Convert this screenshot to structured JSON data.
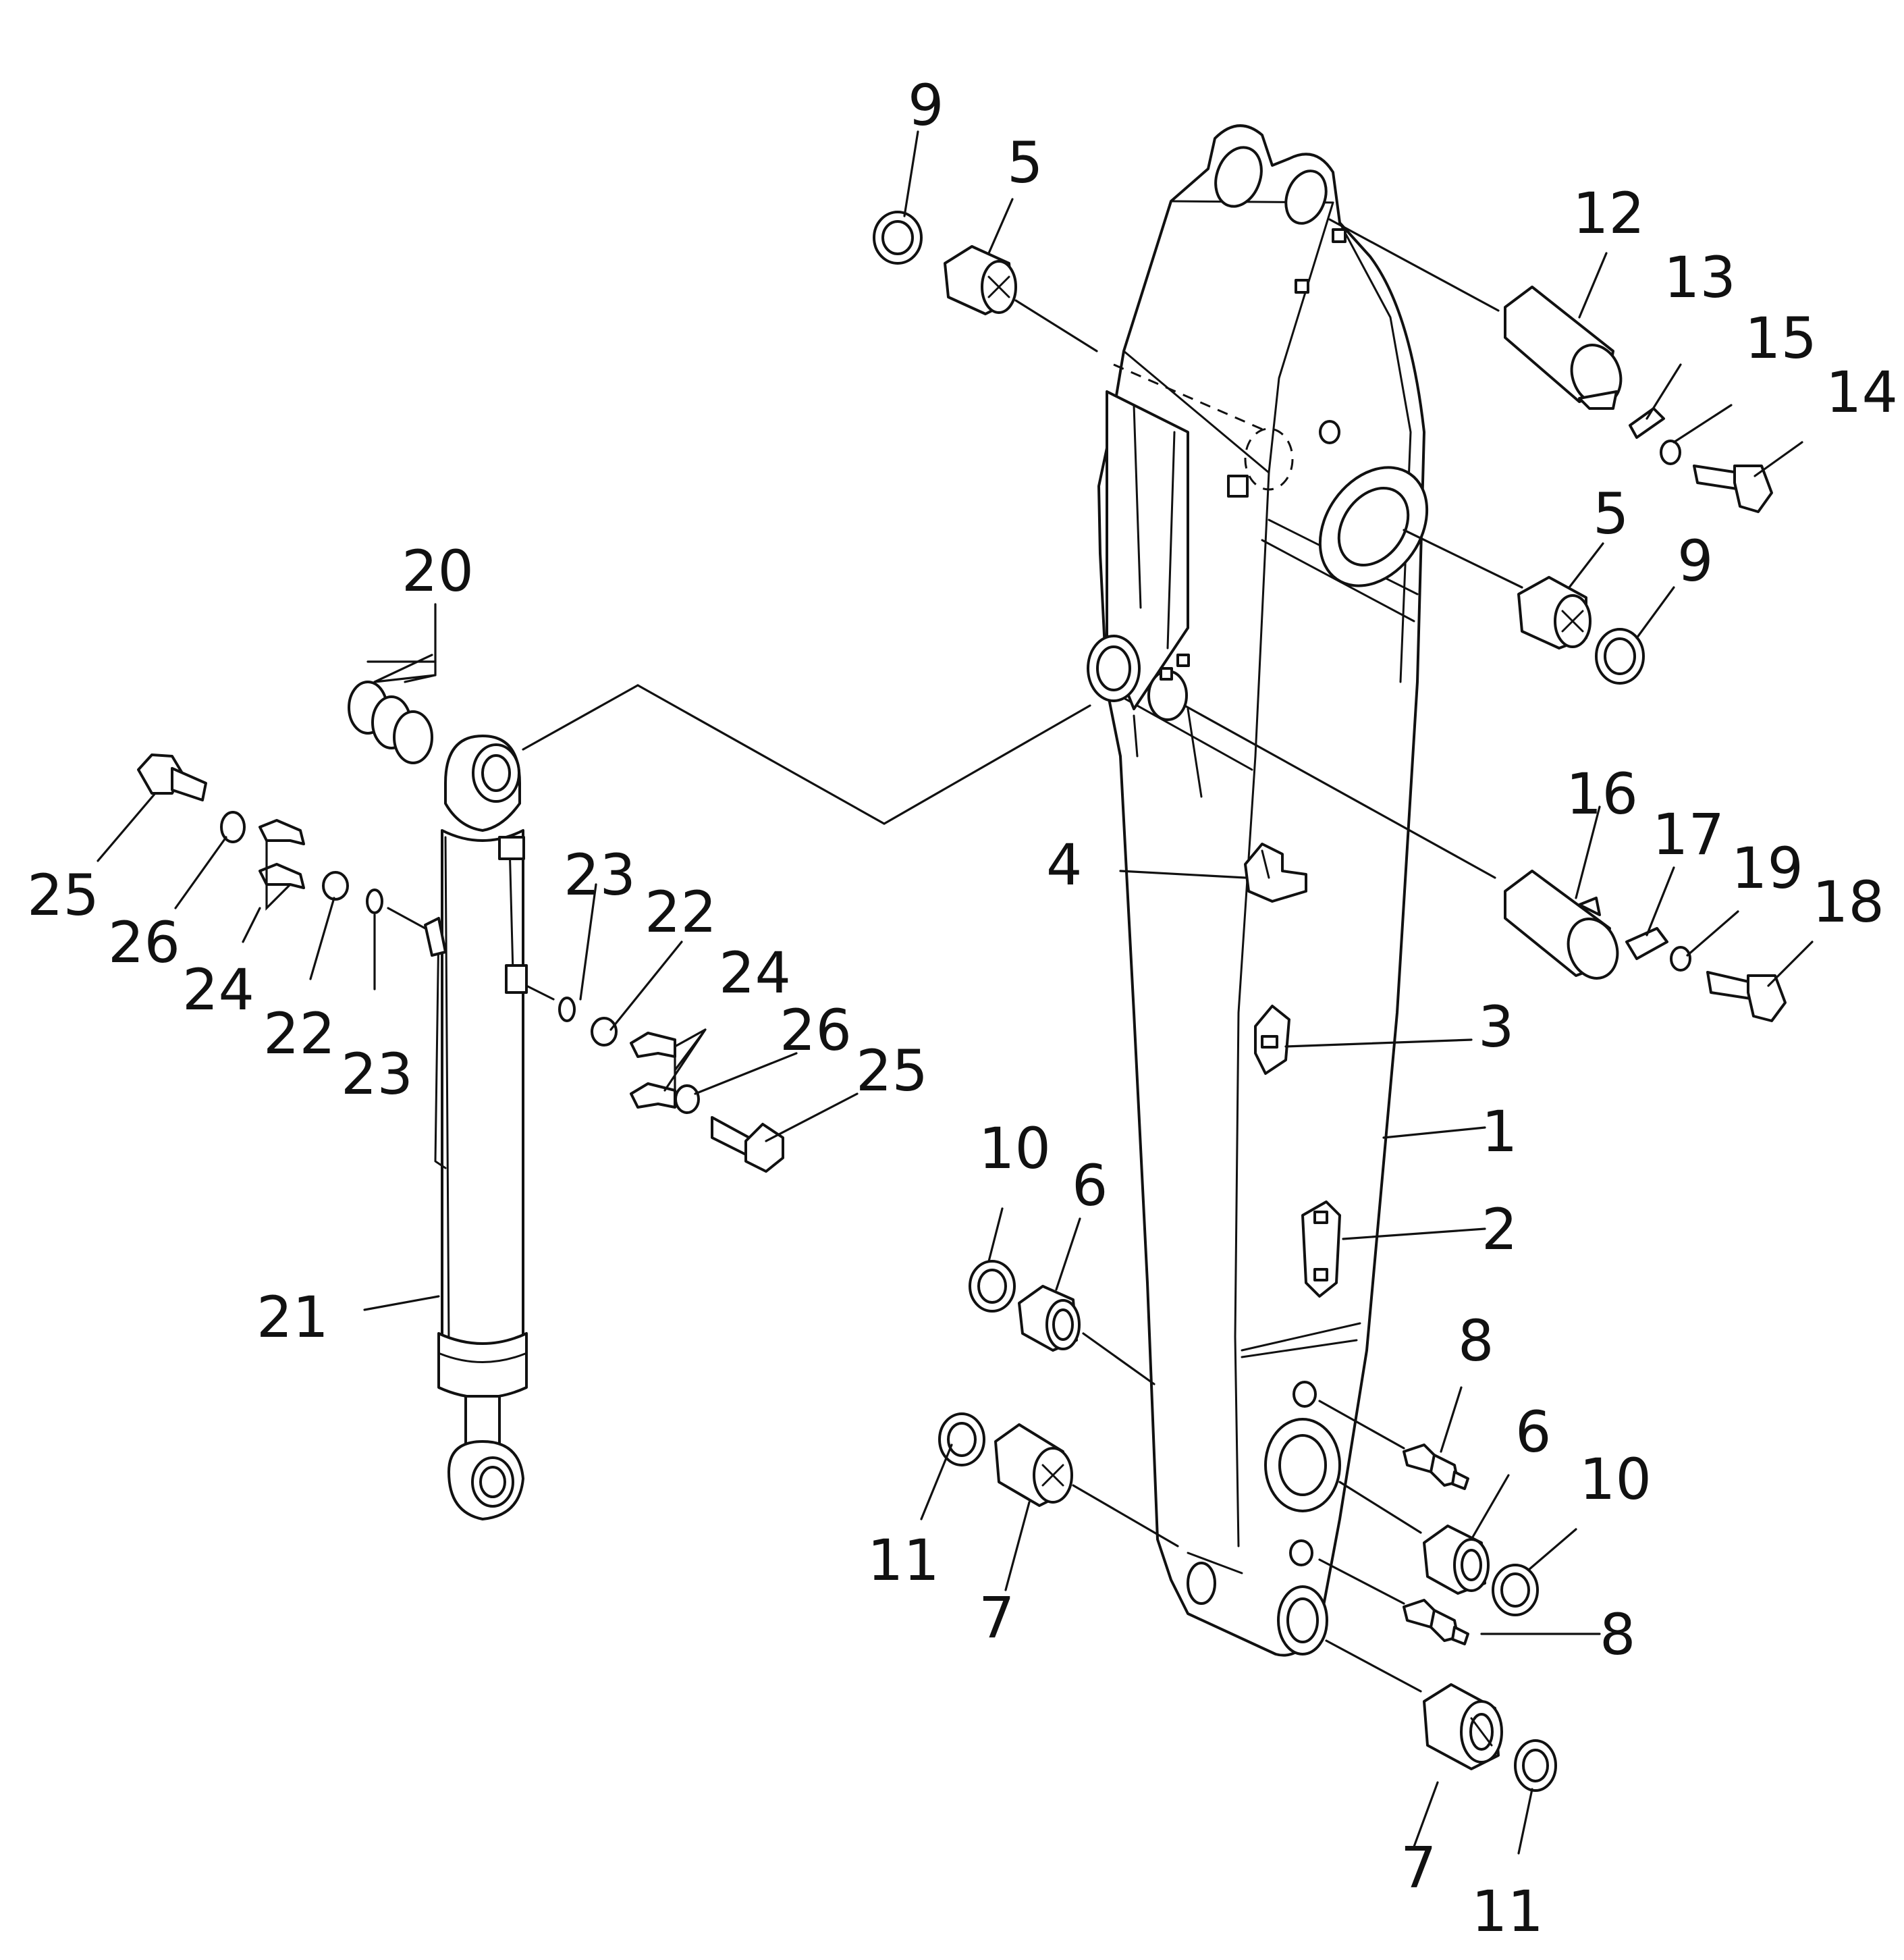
{
  "callouts": {
    "c1": "1",
    "c2": "2",
    "c3": "3",
    "c4": "4",
    "c5a": "5",
    "c5b": "5",
    "c6a": "6",
    "c6b": "6",
    "c7a": "7",
    "c7b": "7",
    "c8a": "8",
    "c8b": "8",
    "c9a": "9",
    "c9b": "9",
    "c10a": "10",
    "c10b": "10",
    "c11a": "11",
    "c11b": "11",
    "c12": "12",
    "c13": "13",
    "c14": "14",
    "c15": "15",
    "c16": "16",
    "c17": "17",
    "c18": "18",
    "c19": "19",
    "c20": "20",
    "c21": "21",
    "c22a": "22",
    "c22b": "22",
    "c23a": "23",
    "c23b": "23",
    "c24a": "24",
    "c24b": "24",
    "c25a": "25",
    "c25b": "25",
    "c26a": "26",
    "c26b": "26"
  }
}
